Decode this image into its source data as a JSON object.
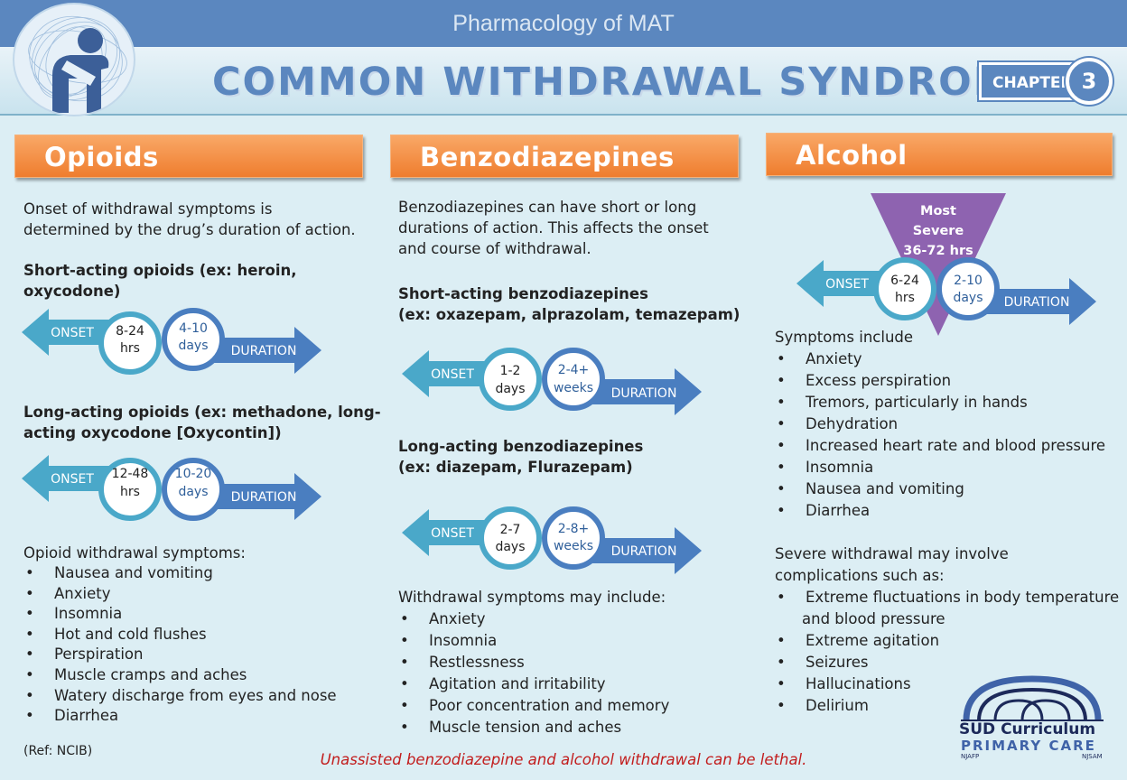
{
  "header": {
    "subtitle": "Pharmacology of MAT",
    "title": "COMMON WITHDRAWAL SYNDROMES",
    "chapter_label": "CHAPTER",
    "chapter_number": "3"
  },
  "opioids": {
    "heading": "Opioids",
    "intro": [
      "Onset of withdrawal symptoms is",
      "determined by the drug’s duration of action."
    ],
    "short_title": [
      "Short-acting opioids (ex: heroin,",
      "oxycodone)"
    ],
    "short_arrow": {
      "onset_label": "ONSET",
      "duration_label": "DURATION",
      "onset_value": "8-24",
      "onset_unit": "hrs",
      "duration_value": "4-10",
      "duration_unit": "days"
    },
    "long_title": [
      "Long-acting opioids (ex: methadone, long-",
      "acting oxycodone [Oxycontin])"
    ],
    "long_arrow": {
      "onset_label": "ONSET",
      "duration_label": "DURATION",
      "onset_value": "12-48",
      "onset_unit": "hrs",
      "duration_value": "10-20",
      "duration_unit": "days"
    },
    "symptoms_title": "Opioid withdrawal symptoms:",
    "symptoms": [
      "Nausea and vomiting",
      "Anxiety",
      "Insomnia",
      "Hot and cold flushes",
      "Perspiration",
      "Muscle cramps and aches",
      "Watery discharge from eyes and nose",
      "Diarrhea"
    ]
  },
  "benzo": {
    "heading": "Benzodiazepines",
    "intro": [
      "Benzodiazepines can have short or long",
      "durations of action. This affects the onset",
      "and course of withdrawal."
    ],
    "short_title": [
      "Short-acting benzodiazepines",
      "(ex: oxazepam, alprazolam, temazepam)"
    ],
    "short_arrow": {
      "onset_label": "ONSET",
      "duration_label": "DURATION",
      "onset_value": "1-2",
      "onset_unit": "days",
      "duration_value": "2-4+",
      "duration_unit": "weeks"
    },
    "long_title": [
      "Long-acting benzodiazepines",
      "(ex: diazepam, Flurazepam)"
    ],
    "long_arrow": {
      "onset_label": "ONSET",
      "duration_label": "DURATION",
      "onset_value": "2-7",
      "onset_unit": "days",
      "duration_value": "2-8+",
      "duration_unit": "weeks"
    },
    "symptoms_title": "Withdrawal symptoms may include:",
    "symptoms": [
      "Anxiety",
      "Insomnia",
      "Restlessness",
      "Agitation and irritability",
      "Poor concentration and memory",
      "Muscle tension and aches"
    ]
  },
  "alcohol": {
    "heading": "Alcohol",
    "peak": [
      "Most",
      "Severe",
      "36-72 hrs"
    ],
    "arrow": {
      "onset_label": "ONSET",
      "duration_label": "DURATION",
      "onset_value": "6-24",
      "onset_unit": "hrs",
      "duration_value": "2-10",
      "duration_unit": "days"
    },
    "symptoms_title": "Symptoms include",
    "symptoms": [
      "Anxiety",
      "Excess perspiration",
      "Tremors, particularly in hands",
      "Dehydration",
      "Increased heart rate and blood pressure",
      "Insomnia",
      "Nausea and vomiting",
      "Diarrhea"
    ],
    "severe_title": [
      "Severe withdrawal may involve",
      "complications such as:"
    ],
    "severe": [
      "Extreme fluctuations in body temperature",
      "and blood pressure",
      "Extreme agitation",
      "Seizures",
      "Hallucinations",
      "Delirium"
    ]
  },
  "footer": {
    "ref": "(Ref: NCIB)",
    "warning": "Unassisted benzodiazepine and alcohol withdrawal can be lethal.",
    "logo_main": "SUD Curriculum",
    "logo_sub": "PRIMARY CARE",
    "logo_left": "NJAFP",
    "logo_right": "NJSAM"
  },
  "colors": {
    "header_blue": "#5b87bf",
    "banner_orange": "#ef7d2e",
    "onset_teal": "#4aa8c9",
    "duration_blue": "#4a7ec0",
    "peak_purple": "#8e63b0",
    "warning_red": "#c21d1d",
    "background": "#dceef4"
  }
}
